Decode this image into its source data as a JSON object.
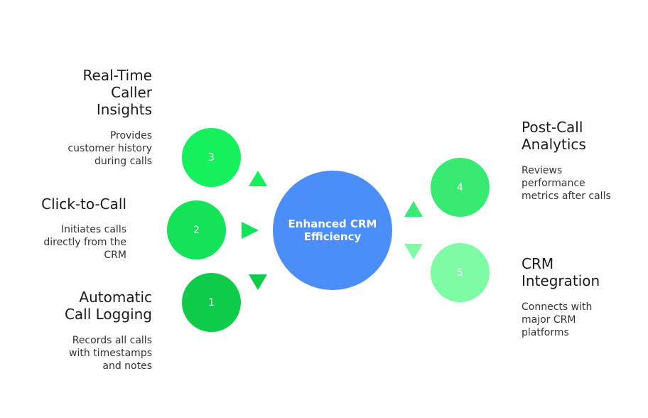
{
  "center": {
    "line1": "Enhanced CRM",
    "line2": "Efficiency",
    "color": "#4b8ef8"
  },
  "nodes": [
    {
      "number": "3",
      "color": "#14f15c",
      "title_lines": [
        "Real-Time",
        "Caller",
        "Insights"
      ],
      "desc_lines": [
        "Provides",
        "customer history",
        "during calls"
      ]
    },
    {
      "number": "2",
      "color": "#14e357",
      "title_lines": [
        "Click-to-Call"
      ],
      "desc_lines": [
        "Initiates calls",
        "directly from the",
        "CRM"
      ]
    },
    {
      "number": "1",
      "color": "#0ecb49",
      "title_lines": [
        "Automatic",
        "Call Logging"
      ],
      "desc_lines": [
        "Records all calls",
        "with timestamps",
        "and notes"
      ]
    },
    {
      "number": "4",
      "color": "#37ea71",
      "title_lines": [
        "Post-Call",
        "Analytics"
      ],
      "desc_lines": [
        "Reviews",
        "performance",
        "metrics after calls"
      ]
    },
    {
      "number": "5",
      "color": "#7dfca3",
      "title_lines": [
        "CRM",
        "Integration"
      ],
      "desc_lines": [
        "Connects with",
        "major CRM",
        "platforms"
      ]
    }
  ]
}
